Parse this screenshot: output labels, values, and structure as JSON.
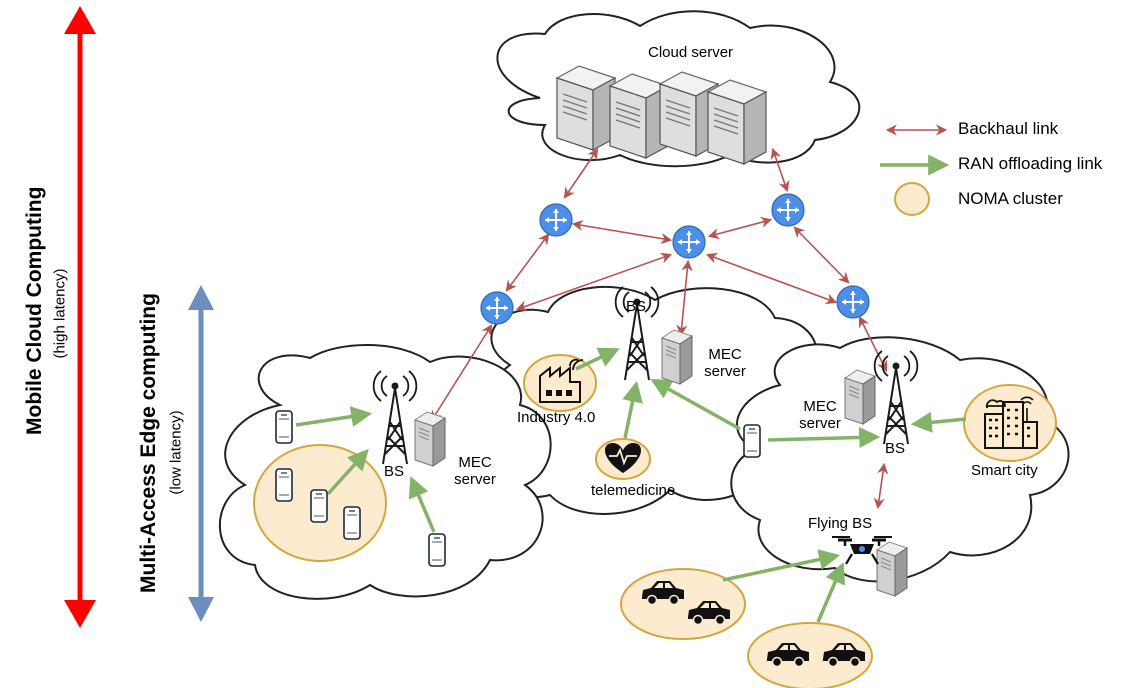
{
  "axis": {
    "cloud_title": "Mobile Cloud Computing",
    "cloud_sub": "(high latency)",
    "edge_title": "Multi-Access Edge computing",
    "edge_sub": "(low latency)"
  },
  "legend": {
    "backhaul": "Backhaul link",
    "ran": "RAN offloading link",
    "noma": "NOMA cluster"
  },
  "labels": {
    "cloud_server": "Cloud server",
    "bs_left": "BS",
    "mec_left": "MEC\nserver",
    "bs_mid": "BS",
    "mec_mid": "MEC\nserver",
    "industry": "Industry 4.0",
    "telemedicine": "telemedicine",
    "mec_right": "MEC\nserver",
    "bs_right": "BS",
    "smart_city": "Smart city",
    "flying_bs": "Flying BS"
  },
  "colors": {
    "red_axis": "#ff0000",
    "blue_axis": "#6c8ebf",
    "backhaul": "#b85450",
    "ran": "#82b366",
    "noma_fill": "#fdebd0",
    "noma_stroke": "#d6a63e",
    "router": "#4d8fe6"
  }
}
